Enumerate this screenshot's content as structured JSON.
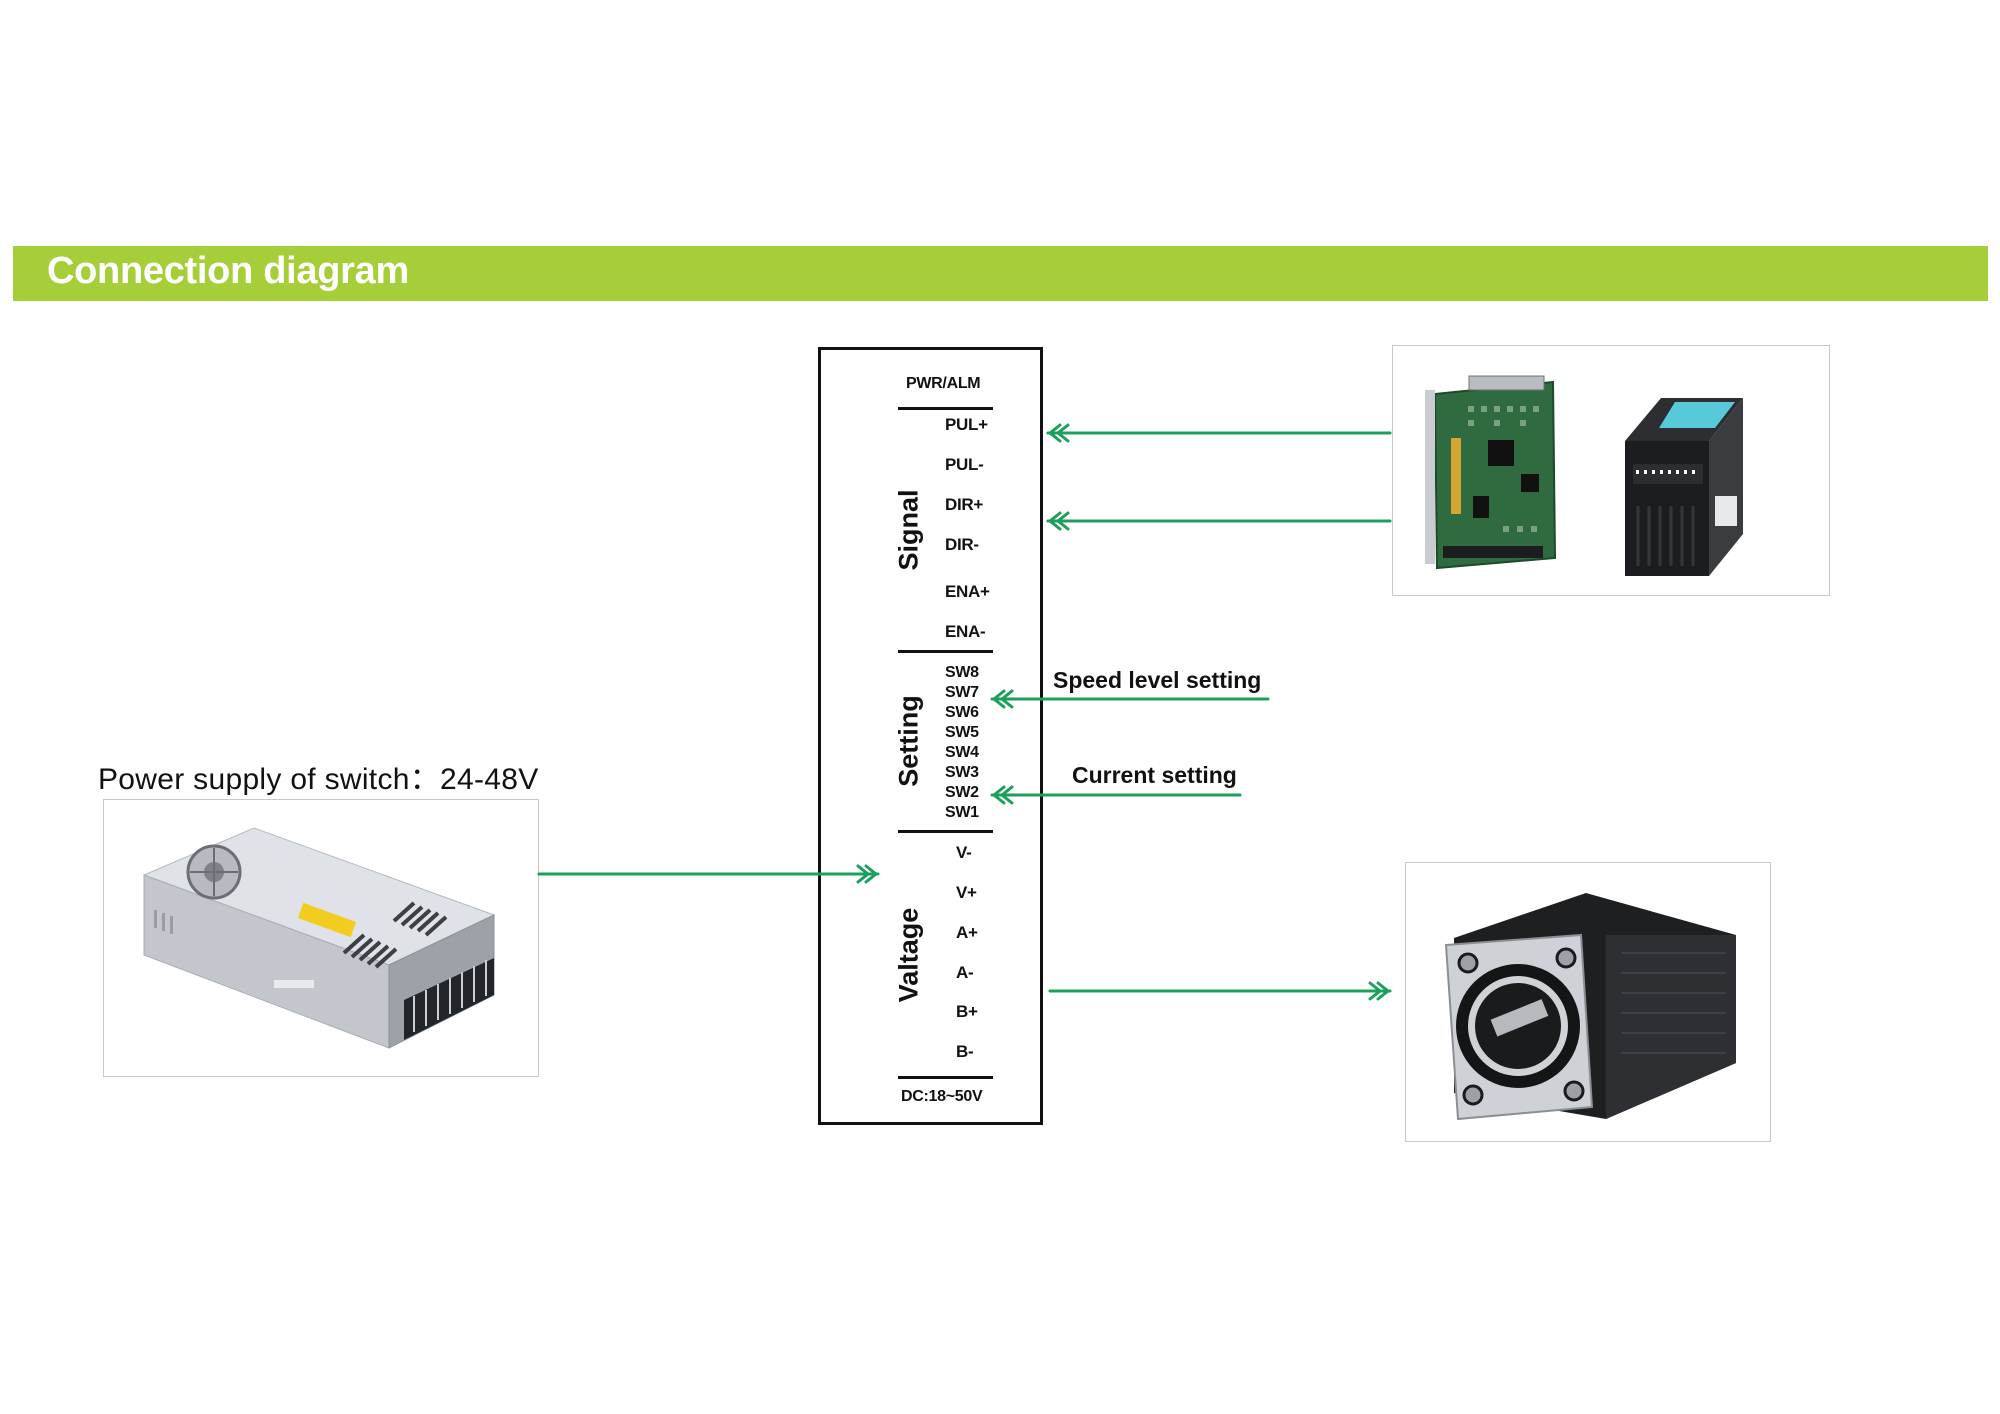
{
  "header": {
    "title": "Connection diagram"
  },
  "driver": {
    "top_label": "PWR/ALM",
    "sections": {
      "signal": "Signal",
      "setting": "Setting",
      "voltage": "Valtage"
    },
    "signal_terminals": [
      "PUL+",
      "PUL-",
      "DIR+",
      "DIR-",
      "ENA+",
      "ENA-"
    ],
    "setting_switches": [
      "SW8",
      "SW7",
      "SW6",
      "SW5",
      "SW4",
      "SW3",
      "SW2",
      "SW1"
    ],
    "voltage_terminals": [
      "V-",
      "V+",
      "A+",
      "A-",
      "B+",
      "B-"
    ],
    "bottom_label": "DC:18~50V"
  },
  "annotations": {
    "speed": "Speed level setting",
    "current": "Current setting"
  },
  "power_supply": {
    "caption": "Power supply of switch：24-48V"
  },
  "colors": {
    "header": "#a6ce39",
    "arrow": "#1aa05a"
  }
}
